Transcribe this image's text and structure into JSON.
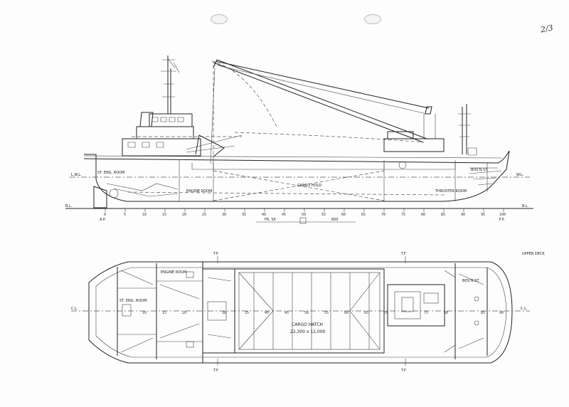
{
  "page_number": "2/3",
  "profile": {
    "labels": {
      "st_eng_room": "ST. ENG. ROOM",
      "engine_room": "ENGINE ROOM",
      "cargo_hold": "CARGO HOLD",
      "thruster_room": "THRUSTER ROOM",
      "bosn_st": "BOS'N ST.",
      "lwl_left": "L.W.L.",
      "wl_right": "W.L.",
      "bl_left": "B.L.",
      "bl_right": "B.L.",
      "ap": "A.P.",
      "fp": "F.P.",
      "scale_left": "FR. SP.",
      "scale_right": "600"
    },
    "frames": [
      "0",
      "5",
      "10",
      "15",
      "20",
      "25",
      "30",
      "35",
      "40",
      "45",
      "50",
      "55",
      "60",
      "65",
      "70",
      "75",
      "80",
      "85",
      "90",
      "95",
      "100"
    ]
  },
  "plan": {
    "labels": {
      "engine_room": "ENGINE ROOM",
      "st_eng_room": "ST. ENG. ROOM",
      "cargo_hatch": "CARGO HATCH",
      "hatch_size": "22,300 x 12,000",
      "bosn_st": "BOS'N ST.",
      "cl_left": "C.L.",
      "cl_right": "C.L.",
      "tf_top_left": "T.F.",
      "tf_top_right": "T.F.",
      "tf_bottom_left": "T.F.",
      "tf_bottom_right": "T.F.",
      "upper_deck": "UPPER DECK"
    },
    "frames": [
      "10",
      "15",
      "20",
      "30",
      "35",
      "40",
      "45",
      "50",
      "55",
      "60",
      "65",
      "70",
      "75",
      "80",
      "85",
      "90"
    ]
  }
}
